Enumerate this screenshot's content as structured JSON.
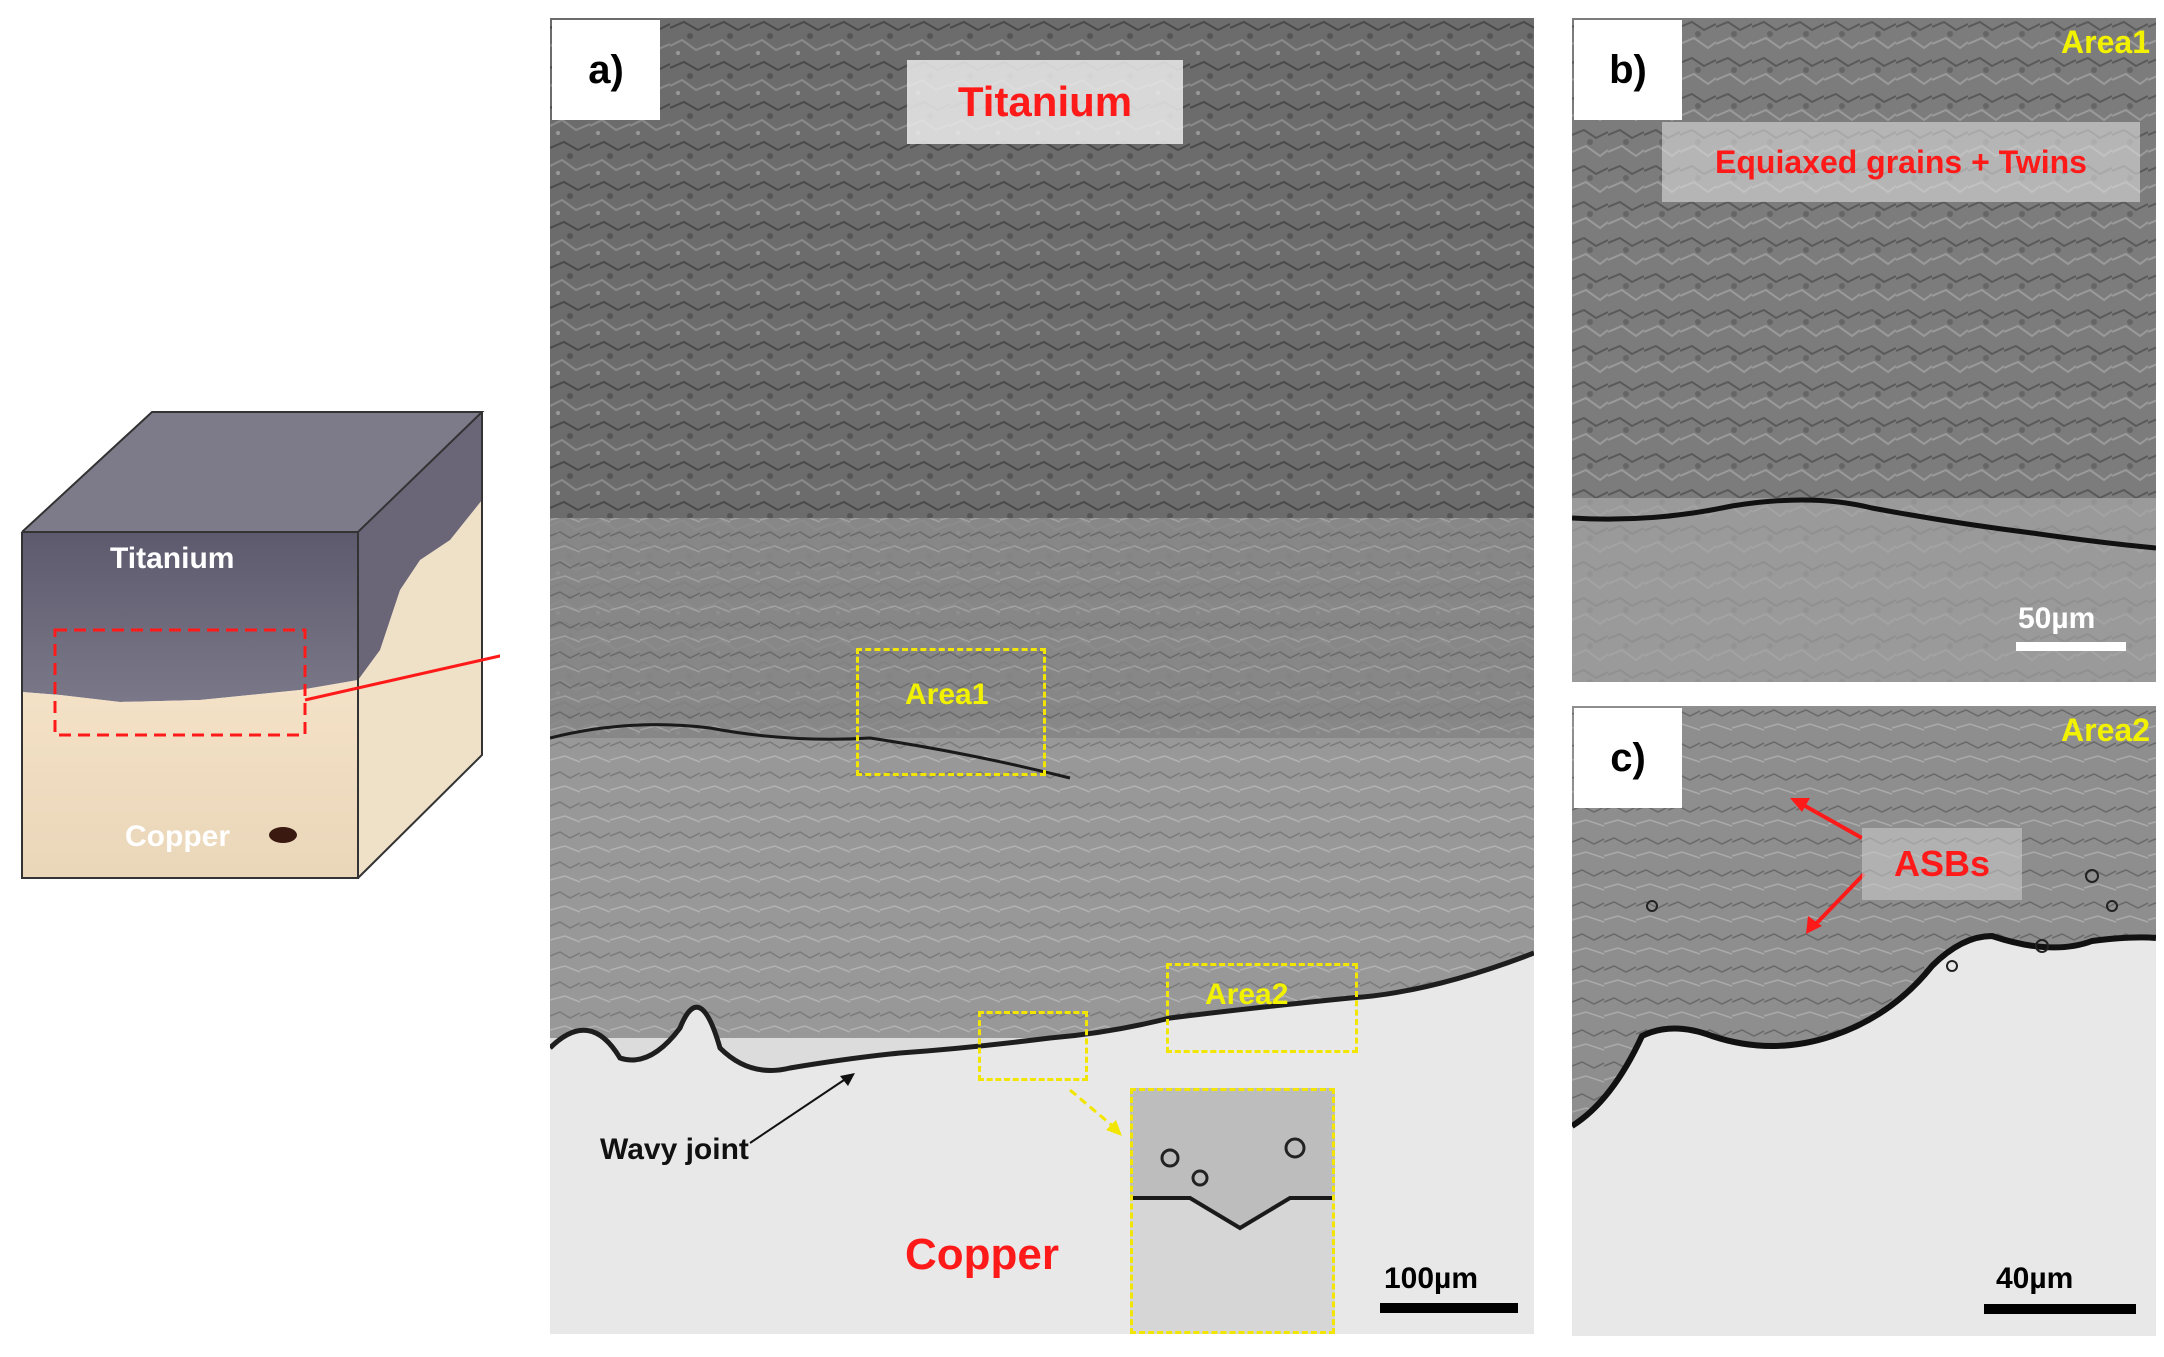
{
  "cube": {
    "top_label": "Titanium",
    "bottom_label": "Copper"
  },
  "panel_a": {
    "tag": "a)",
    "title": "Titanium",
    "bottom_title": "Copper",
    "area1": "Area1",
    "area2": "Area2",
    "arrow_note": "Wavy joint",
    "scale": "100µm"
  },
  "panel_b": {
    "tag": "b)",
    "corner": "Area1",
    "caption": "Equiaxed grains + Twins",
    "scale": "50µm"
  },
  "panel_c": {
    "tag": "c)",
    "corner": "Area2",
    "caption": "ASBs",
    "scale": "40µm"
  },
  "colors": {
    "highlight_red": "#ff1a1a",
    "area_yellow": "#f2e600",
    "titanium_gray": "#6e6e6e",
    "copper_light": "#e6e6e6"
  }
}
